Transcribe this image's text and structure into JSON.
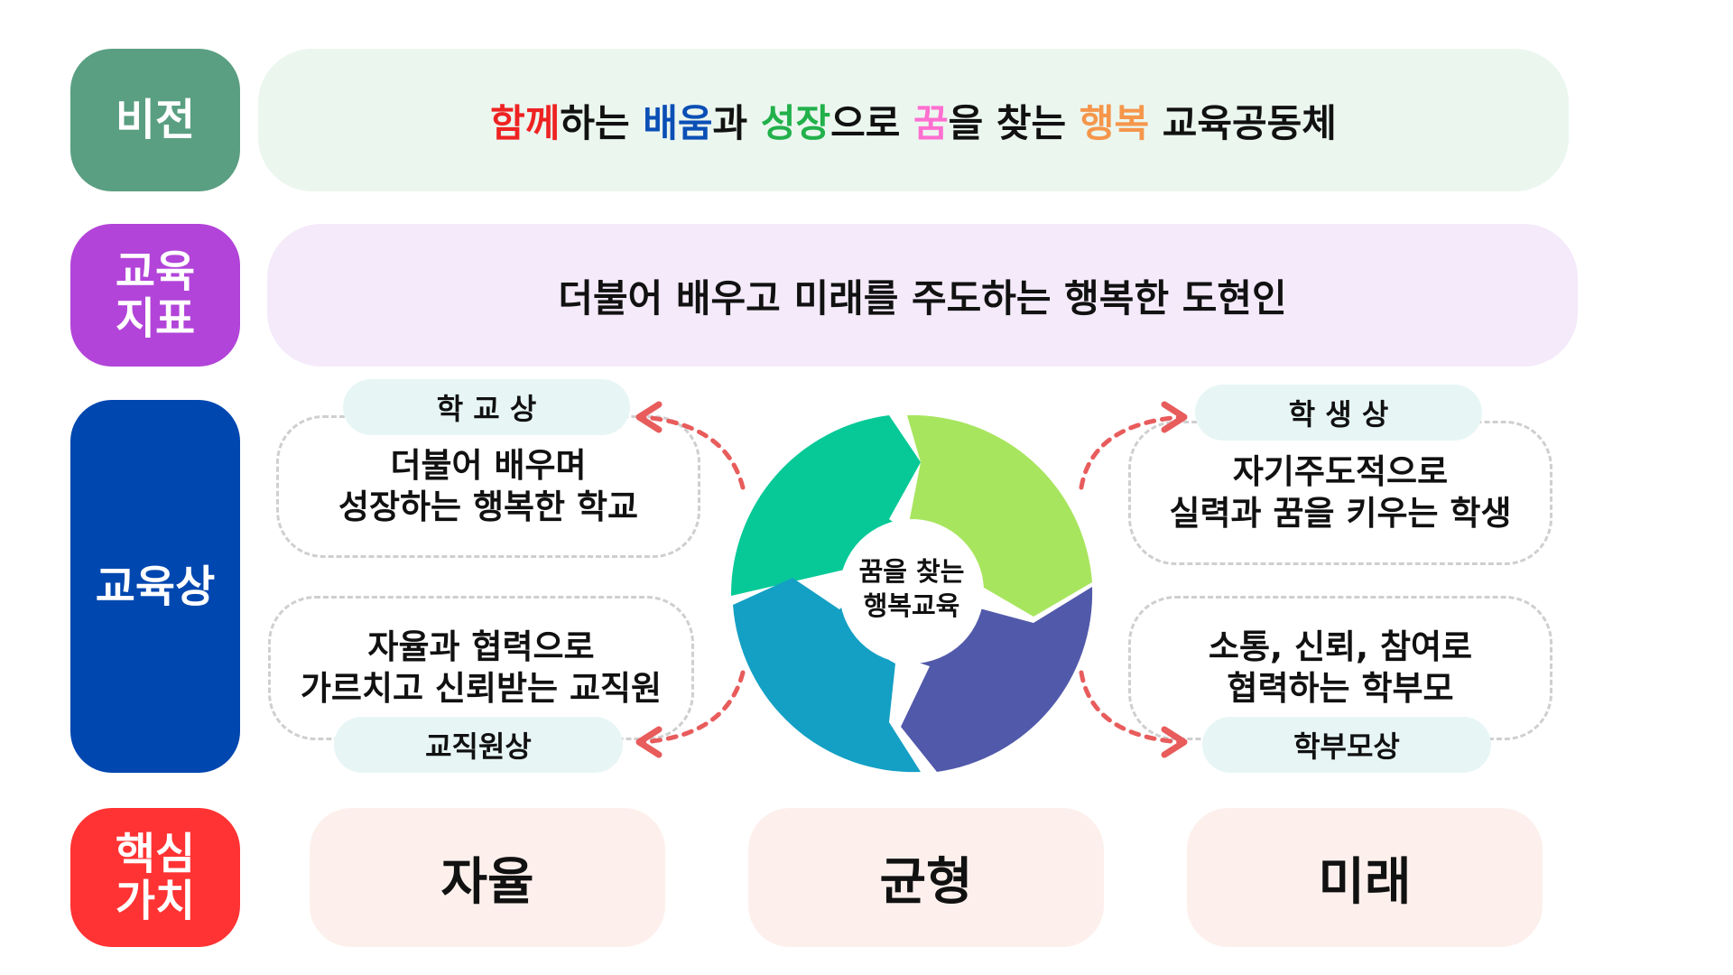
{
  "labels": {
    "vision": [
      "비전"
    ],
    "goal": [
      "교육",
      "지표"
    ],
    "image": [
      "교육상"
    ],
    "values": [
      "핵심",
      "가치"
    ]
  },
  "colors": {
    "vision_label": "#5a9f82",
    "goal_label": "#b244d9",
    "image_label": "#0047b0",
    "values_label": "#ff3333",
    "vision_bar": "#ebf6ef",
    "goal_bar": "#f4eafa",
    "arrow": "#e85c5c",
    "cycle_top_left": "#06c997",
    "cycle_top_right": "#a8e55f",
    "cycle_bottom_right": "#5159aa",
    "cycle_bottom_left": "#14a0c4"
  },
  "vision": {
    "segments": [
      {
        "text": "함께",
        "color": "#ee2222"
      },
      {
        "text": "하는 ",
        "color": "#111111"
      },
      {
        "text": "배움",
        "color": "#0a4fb5"
      },
      {
        "text": "과 ",
        "color": "#111111"
      },
      {
        "text": "성장",
        "color": "#22b04b"
      },
      {
        "text": "으로 ",
        "color": "#111111"
      },
      {
        "text": "꿈",
        "color": "#ff6fd0"
      },
      {
        "text": "을 찾는 ",
        "color": "#111111"
      },
      {
        "text": "행복",
        "color": "#f5964b"
      },
      {
        "text": " 교육공동체",
        "color": "#111111"
      }
    ]
  },
  "goal": {
    "text": "더불어 배우고 미래를 주도하는 행복한 도현인"
  },
  "center": {
    "line1": "꿈을 찾는",
    "line2": "행복교육"
  },
  "school": {
    "tag": "학 교 상",
    "line1": "더불어 배우며",
    "line2": "성장하는 행복한 학교"
  },
  "student": {
    "tag": "학 생 상",
    "line1": "자기주도적으로",
    "line2": "실력과 꿈을 키우는 학생"
  },
  "teacher": {
    "tag": "교직원상",
    "line1": "자율과 협력으로",
    "line2": "가르치고 신뢰받는 교직원"
  },
  "parent": {
    "tag": "학부모상",
    "line1": "소통, 신뢰, 참여로",
    "line2": "협력하는 학부모"
  },
  "core_values": [
    "자율",
    "균형",
    "미래"
  ]
}
